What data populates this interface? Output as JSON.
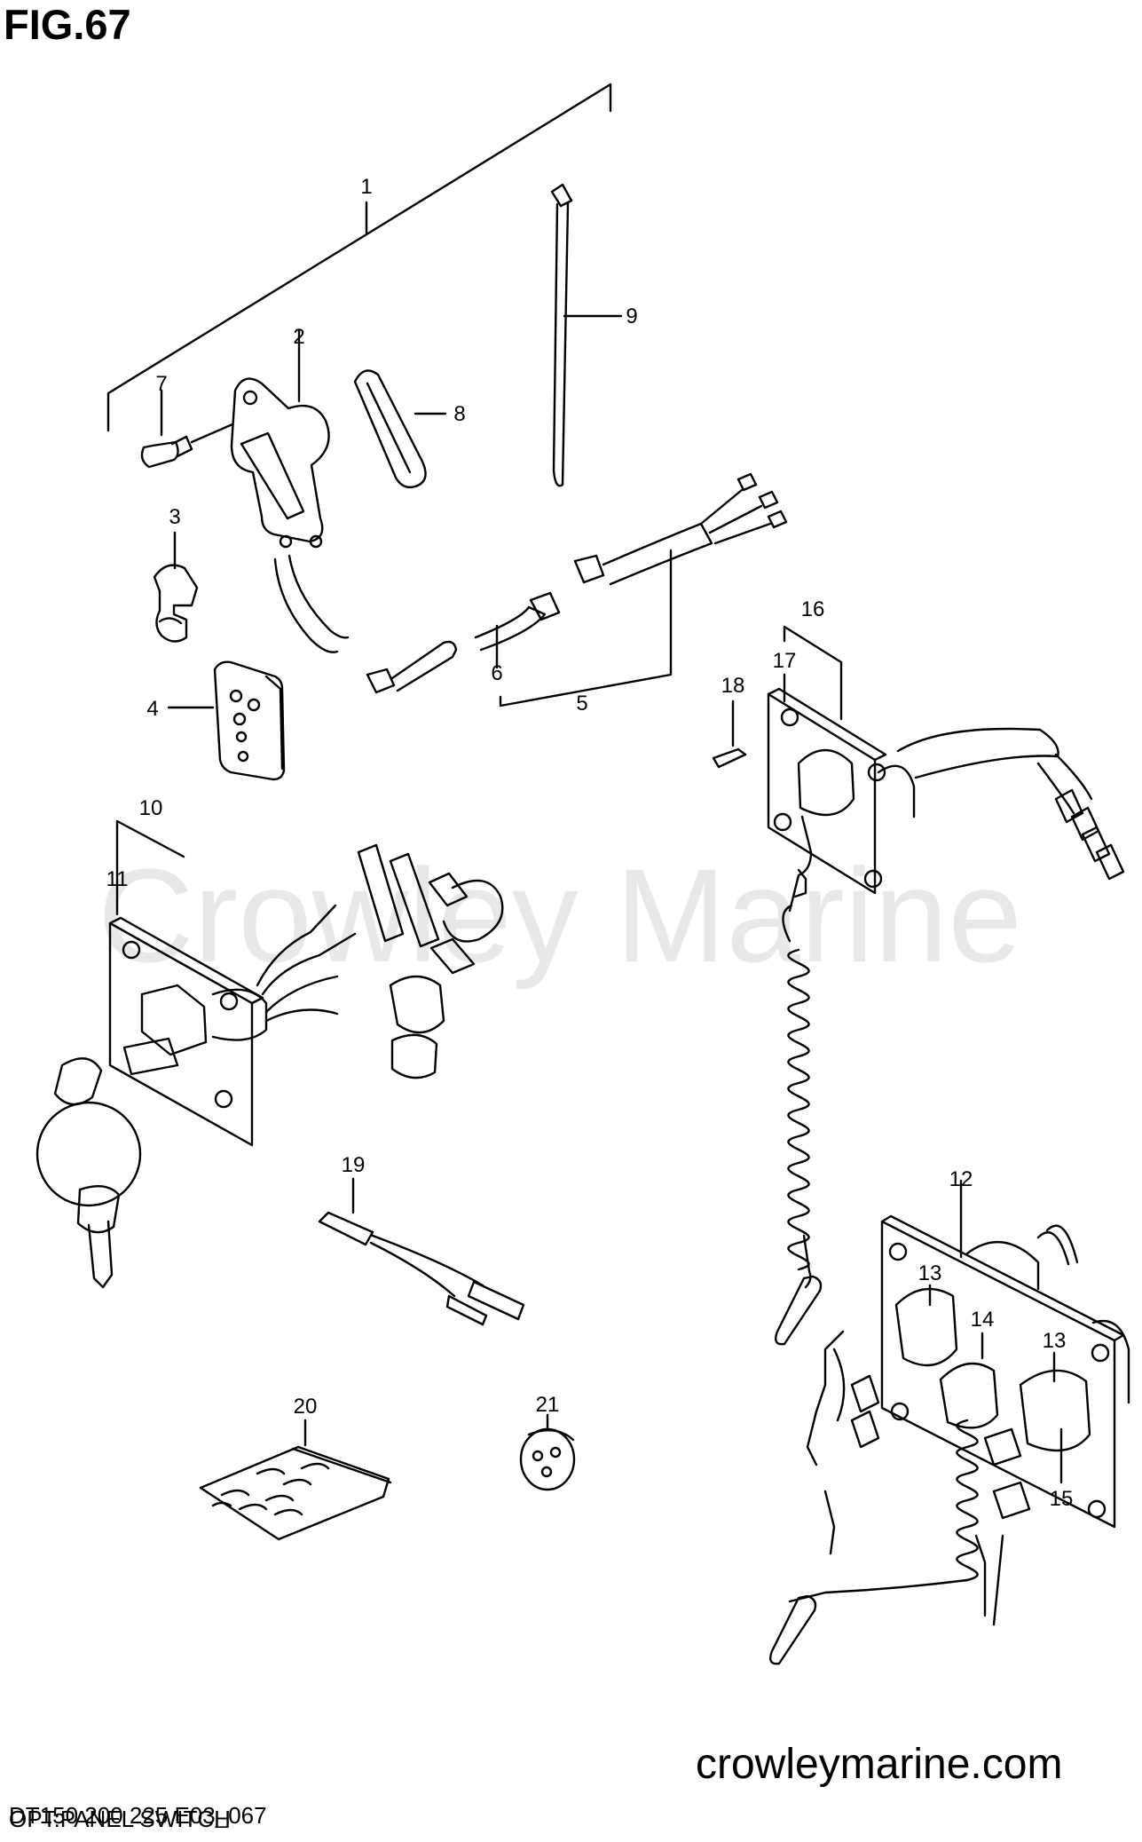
{
  "figure": {
    "title": "FIG.67",
    "watermark": "Crowley Marine",
    "website": "crowleymarine.com",
    "diagram_code": "DT150 200 225 E03_067",
    "section_title": "OPT:PANEL SWITCH"
  },
  "callouts": {
    "c1": "1",
    "c2": "2",
    "c3": "3",
    "c4": "4",
    "c5": "5",
    "c6": "6",
    "c7": "7",
    "c8": "8",
    "c9": "9",
    "c10": "10",
    "c11": "11",
    "c12": "12",
    "c13a": "13",
    "c13b": "13",
    "c14": "14",
    "c15": "15",
    "c16": "16",
    "c17": "17",
    "c18": "18",
    "c19": "19",
    "c20": "20",
    "c21": "21"
  }
}
